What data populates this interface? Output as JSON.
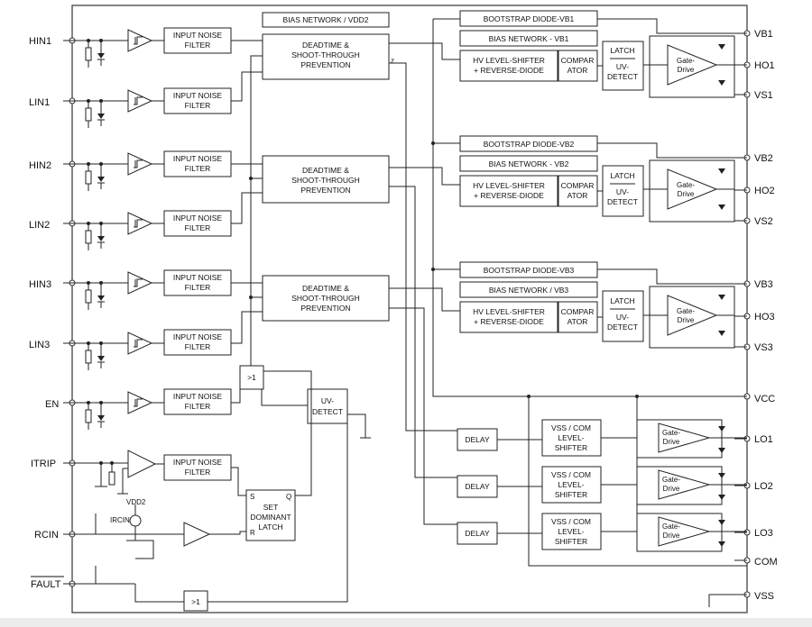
{
  "left_pins": [
    "HIN1",
    "LIN1",
    "HIN2",
    "LIN2",
    "HIN3",
    "LIN3",
    "EN",
    "ITRIP",
    "RCIN",
    "FAULT"
  ],
  "right_pins": [
    "VB1",
    "HO1",
    "VS1",
    "VB2",
    "HO2",
    "VS2",
    "VB3",
    "HO3",
    "VS3",
    "VCC",
    "LO1",
    "LO2",
    "LO3",
    "COM",
    "VSS"
  ],
  "blocks": {
    "input_noise_filter": [
      "INPUT NOISE",
      "FILTER"
    ],
    "deadtime": [
      "DEADTIME &",
      "SHOOT-THROUGH",
      "PREVENTION"
    ],
    "bias_vdd2": "BIAS NETWORK / VDD2",
    "bootstrap": [
      "BOOTSTRAP DIODE-VB1",
      "BOOTSTRAP DIODE-VB2",
      "BOOTSTRAP DIODE-VB3"
    ],
    "bias": [
      "BIAS NETWORK - VB1",
      "BIAS NETWORK - VB2",
      "BIAS NETWORK / VB3"
    ],
    "hv_shifter": [
      "HV LEVEL-SHIFTER",
      "+ REVERSE-DIODE"
    ],
    "comparator": [
      "COMPAR",
      "ATOR"
    ],
    "latch": "LATCH",
    "uv_detect": [
      "UV-",
      "DETECT"
    ],
    "gate_drive": [
      "Gate-",
      "Drive"
    ],
    "or_gate": ">1",
    "delay": "DELAY",
    "low_shifter": [
      "VSS / COM",
      "LEVEL-",
      "SHIFTER"
    ],
    "set_latch": [
      "SET",
      "DOMINANT",
      "LATCH"
    ],
    "latch_s": "S",
    "latch_q": "Q",
    "latch_r": "R",
    "vdd2": "VDD2",
    "ircin": "IRCIN",
    "z": "z"
  }
}
